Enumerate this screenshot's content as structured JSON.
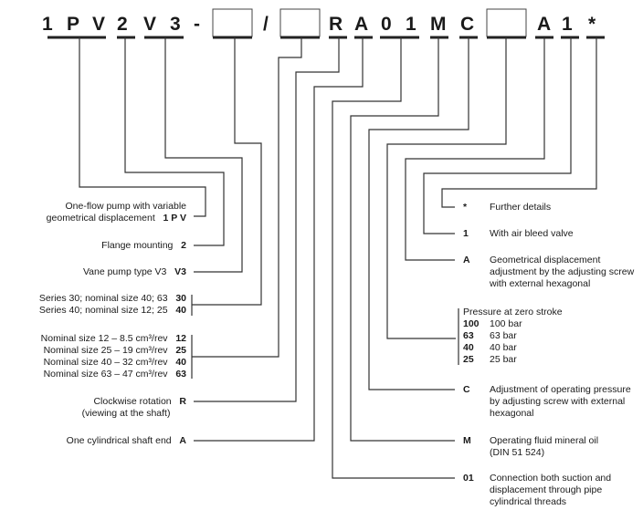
{
  "model_code": {
    "characters": [
      "1",
      "P",
      "V",
      "2",
      "V",
      "3",
      "-",
      "[ ]",
      "/",
      "[ ]",
      "R",
      "A",
      "0",
      "1",
      "M",
      "C",
      "[ ]",
      "A",
      "1",
      "*"
    ],
    "groups": [
      "1PV",
      "2",
      "V3",
      "[box1]",
      "[box2]",
      "R",
      "A",
      "01",
      "M",
      "C",
      "[box3]",
      "A",
      "1",
      "*"
    ]
  },
  "left_items": [
    {
      "name": "pump-type",
      "lines": [
        "One-flow pump with variable",
        "geometrical displacement"
      ],
      "code": "1 P V"
    },
    {
      "name": "flange",
      "lines": [
        "Flange mounting"
      ],
      "code": "2"
    },
    {
      "name": "vane-type",
      "lines": [
        "Vane pump type V3"
      ],
      "code": "V3"
    },
    {
      "name": "series",
      "options": [
        {
          "text": "Series 30; nominal size 40; 63",
          "code": "30"
        },
        {
          "text": "Series 40; nominal size 12; 25",
          "code": "40"
        }
      ]
    },
    {
      "name": "nominal-size",
      "options": [
        {
          "text": "Nominal size 12 – 8.5 cm³/rev",
          "code": "12"
        },
        {
          "text": "Nominal size 25 – 19 cm³/rev",
          "code": "25"
        },
        {
          "text": "Nominal size 40 – 32 cm³/rev",
          "code": "40"
        },
        {
          "text": "Nominal size 63 – 47 cm³/rev",
          "code": "63"
        }
      ]
    },
    {
      "name": "rotation",
      "lines": [
        "Clockwise rotation",
        "(viewing at the shaft)"
      ],
      "code": "R"
    },
    {
      "name": "shaft",
      "lines": [
        "One cylindrical shaft end"
      ],
      "code": "A"
    }
  ],
  "right_items": [
    {
      "name": "further",
      "code": "*",
      "lines": [
        "Further details"
      ]
    },
    {
      "name": "air-bleed",
      "code": "1",
      "lines": [
        "With air bleed valve"
      ]
    },
    {
      "name": "geo-adjust",
      "code": "A",
      "lines": [
        "Geometrical displacement",
        "adjustment by the adjusting screw",
        "with external hexagonal"
      ]
    },
    {
      "name": "pressure",
      "title": "Pressure at zero stroke",
      "options": [
        {
          "code": "100",
          "text": "100 bar"
        },
        {
          "code": "63",
          "text": "63 bar"
        },
        {
          "code": "40",
          "text": "40 bar"
        },
        {
          "code": "25",
          "text": "25 bar"
        }
      ]
    },
    {
      "name": "op-pressure",
      "code": "C",
      "lines": [
        "Adjustment of operating pressure",
        "by adjusting screw with external",
        "hexagonal"
      ]
    },
    {
      "name": "fluid",
      "code": "M",
      "lines": [
        "Operating fluid mineral oil",
        "(DIN 51 524)"
      ]
    },
    {
      "name": "connection",
      "code": "01",
      "lines": [
        "Connection both suction and",
        "displacement through pipe",
        "cylindrical threads"
      ]
    }
  ]
}
